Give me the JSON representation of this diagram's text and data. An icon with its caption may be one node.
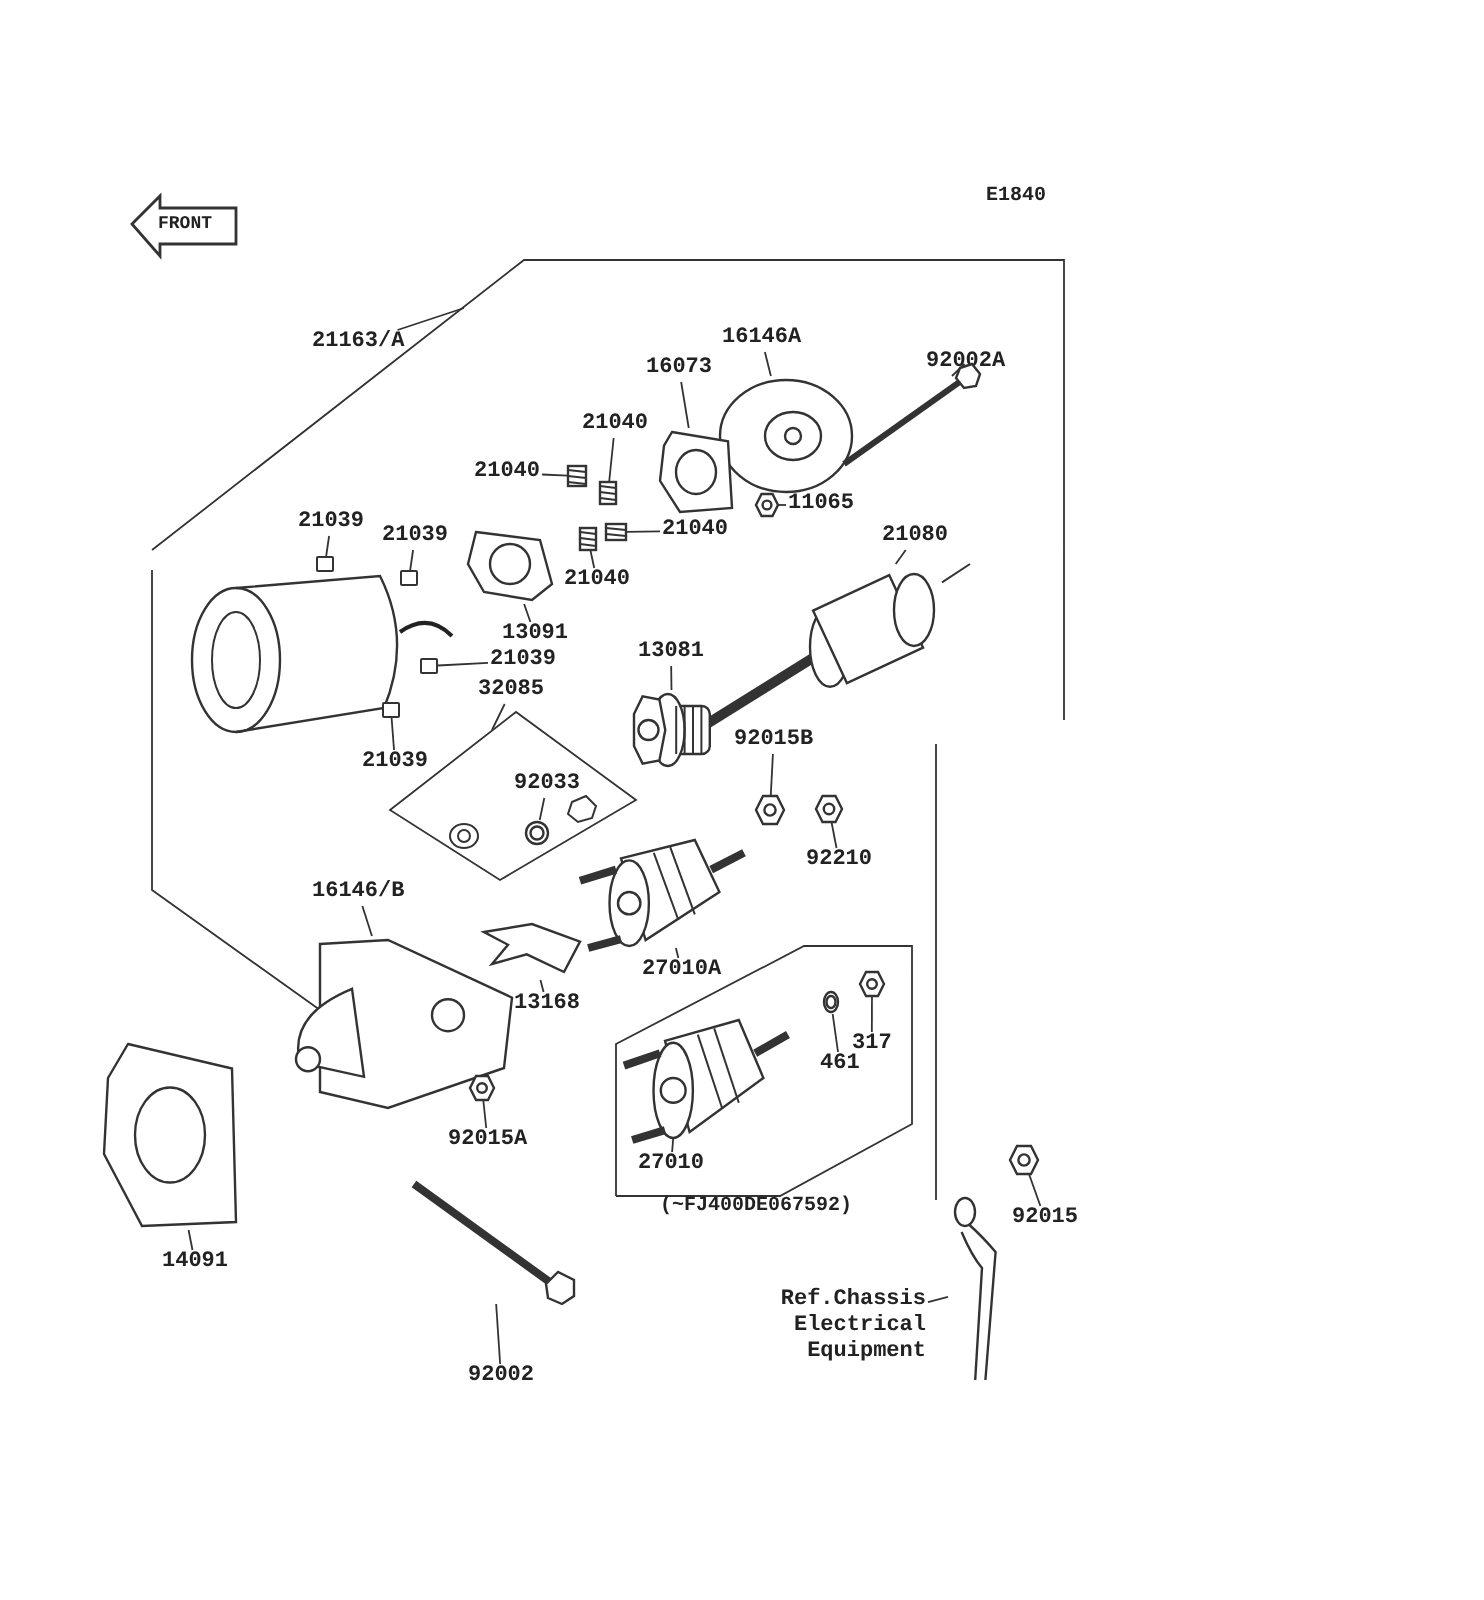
{
  "diagram": {
    "nodes": [
      {
        "text": [
          "16146A"
        ]
      },
      {
        "text": [],
        "shape": "picture"
      },
      {
        "text": [
          "92002A"
        ]
      },
      {
        "text": [],
        "shape": "picture"
      },
      {
        "text": [
          "21163/A"
        ]
      },
      {
        "text": [
          "16073"
        ]
      },
      {
        "text": [],
        "shape": "picture"
      },
      {
        "text": [
          "21040"
        ]
      },
      {
        "text": [],
        "shape": "picture"
      },
      {
        "text": [
          "21040"
        ]
      },
      {
        "text": [],
        "shape": "picture"
      },
      {
        "text": [
          "11065"
        ]
      },
      {
        "text": [],
        "shape": "picture"
      },
      {
        "text": [
          "21039"
        ]
      },
      {
        "text": [],
        "shape": "box"
      },
      {
        "text": [
          "21039"
        ]
      },
      {
        "text": [],
        "shape": "box"
      },
      {
        "text": [
          "21040"
        ]
      },
      {
        "text": [],
        "shape": "picture"
      },
      {
        "text": [
          "21040"
        ]
      },
      {
        "text": [],
        "shape": "picture"
      },
      {
        "text": [
          "21080"
        ]
      },
      {
        "text": [],
        "shape": "picture"
      },
      {
        "text": [
          "13091"
        ]
      },
      {
        "text": [],
        "shape": "picture"
      },
      {
        "text": [
          "21039"
        ]
      },
      {
        "text": [],
        "shape": "box"
      },
      {
        "text": [
          "21039"
        ]
      },
      {
        "text": [],
        "shape": "box"
      },
      {
        "text": [
          "32085"
        ]
      },
      {
        "text": [
          "13081"
        ]
      },
      {
        "text": [],
        "shape": "picture"
      },
      {
        "text": [
          "92033"
        ]
      },
      {
        "text": [],
        "shape": "picture"
      },
      {
        "text": [
          "92015B"
        ]
      },
      {
        "text": [],
        "shape": "picture"
      },
      {
        "text": [
          "92210"
        ]
      },
      {
        "text": [],
        "shape": "picture"
      },
      {
        "text": [
          "16146/B"
        ]
      },
      {
        "text": [],
        "shape": "picture"
      },
      {
        "text": [
          "13168"
        ]
      },
      {
        "text": [],
        "shape": "picture"
      },
      {
        "text": [
          "27010A"
        ]
      },
      {
        "text": [],
        "shape": "picture"
      },
      {
        "text": [
          "317"
        ]
      },
      {
        "text": [],
        "shape": "picture"
      },
      {
        "text": [
          "461"
        ]
      },
      {
        "text": [],
        "shape": "picture"
      },
      {
        "text": [
          "27010"
        ]
      },
      {
        "text": [],
        "shape": "picture"
      },
      {
        "text": [
          "92015A"
        ]
      },
      {
        "text": [],
        "shape": "picture"
      },
      {
        "text": [
          "92015"
        ]
      },
      {
        "text": [],
        "shape": "picture"
      },
      {
        "text": [
          "14091"
        ]
      },
      {
        "text": [],
        "shape": "picture"
      },
      {
        "text": [
          "92002"
        ]
      },
      {
        "text": [],
        "shape": "picture"
      },
      {
        "text": [
          "Ref.Chassis Electrical Equipment"
        ]
      },
      {
        "text": [],
        "shape": "picture"
      }
    ],
    "edges": [
      {
        "from": 0,
        "to": 1,
        "arrow": "none"
      },
      {
        "from": 2,
        "to": 3,
        "arrow": "none"
      },
      {
        "from": 4,
        "to": null,
        "arrow": "none"
      },
      {
        "from": 5,
        "to": 6,
        "arrow": "none"
      },
      {
        "from": 7,
        "to": 8,
        "arrow": "none"
      },
      {
        "from": 9,
        "to": 10,
        "arrow": "none"
      },
      {
        "from": 11,
        "to": 12,
        "arrow": "none"
      },
      {
        "from": 13,
        "to": 14,
        "arrow": "none"
      },
      {
        "from": 15,
        "to": 16,
        "arrow": "none"
      },
      {
        "from": 17,
        "to": 18,
        "arrow": "none"
      },
      {
        "from": 19,
        "to": 20,
        "arrow": "none"
      },
      {
        "from": 21,
        "to": 22,
        "arrow": "none"
      },
      {
        "from": 23,
        "to": 24,
        "arrow": "none"
      },
      {
        "from": 25,
        "to": 26,
        "arrow": "none"
      },
      {
        "from": 27,
        "to": 28,
        "arrow": "none"
      },
      {
        "from": 29,
        "to": null,
        "arrow": "none"
      },
      {
        "from": 30,
        "to": 31,
        "arrow": "none"
      },
      {
        "from": 32,
        "to": 33,
        "arrow": "none"
      },
      {
        "from": 34,
        "to": 35,
        "arrow": "none"
      },
      {
        "from": 36,
        "to": 37,
        "arrow": "none"
      },
      {
        "from": 38,
        "to": 39,
        "arrow": "none"
      },
      {
        "from": 40,
        "to": 41,
        "arrow": "none"
      },
      {
        "from": 42,
        "to": 43,
        "arrow": "none"
      },
      {
        "from": 44,
        "to": 45,
        "arrow": "none"
      },
      {
        "from": 46,
        "to": 47,
        "arrow": "none"
      },
      {
        "from": 48,
        "to": 49,
        "arrow": "none"
      },
      {
        "from": 50,
        "to": 51,
        "arrow": "none"
      },
      {
        "from": 52,
        "to": 53,
        "arrow": "none"
      },
      {
        "from": 54,
        "to": 55,
        "arrow": "none"
      },
      {
        "from": 56,
        "to": 57,
        "arrow": "none"
      },
      {
        "from": 58,
        "to": 59,
        "arrow": "none"
      }
    ],
    "labels": [
      "E1840",
      "FRONT",
      "(~FJ400DE067592)"
    ]
  }
}
